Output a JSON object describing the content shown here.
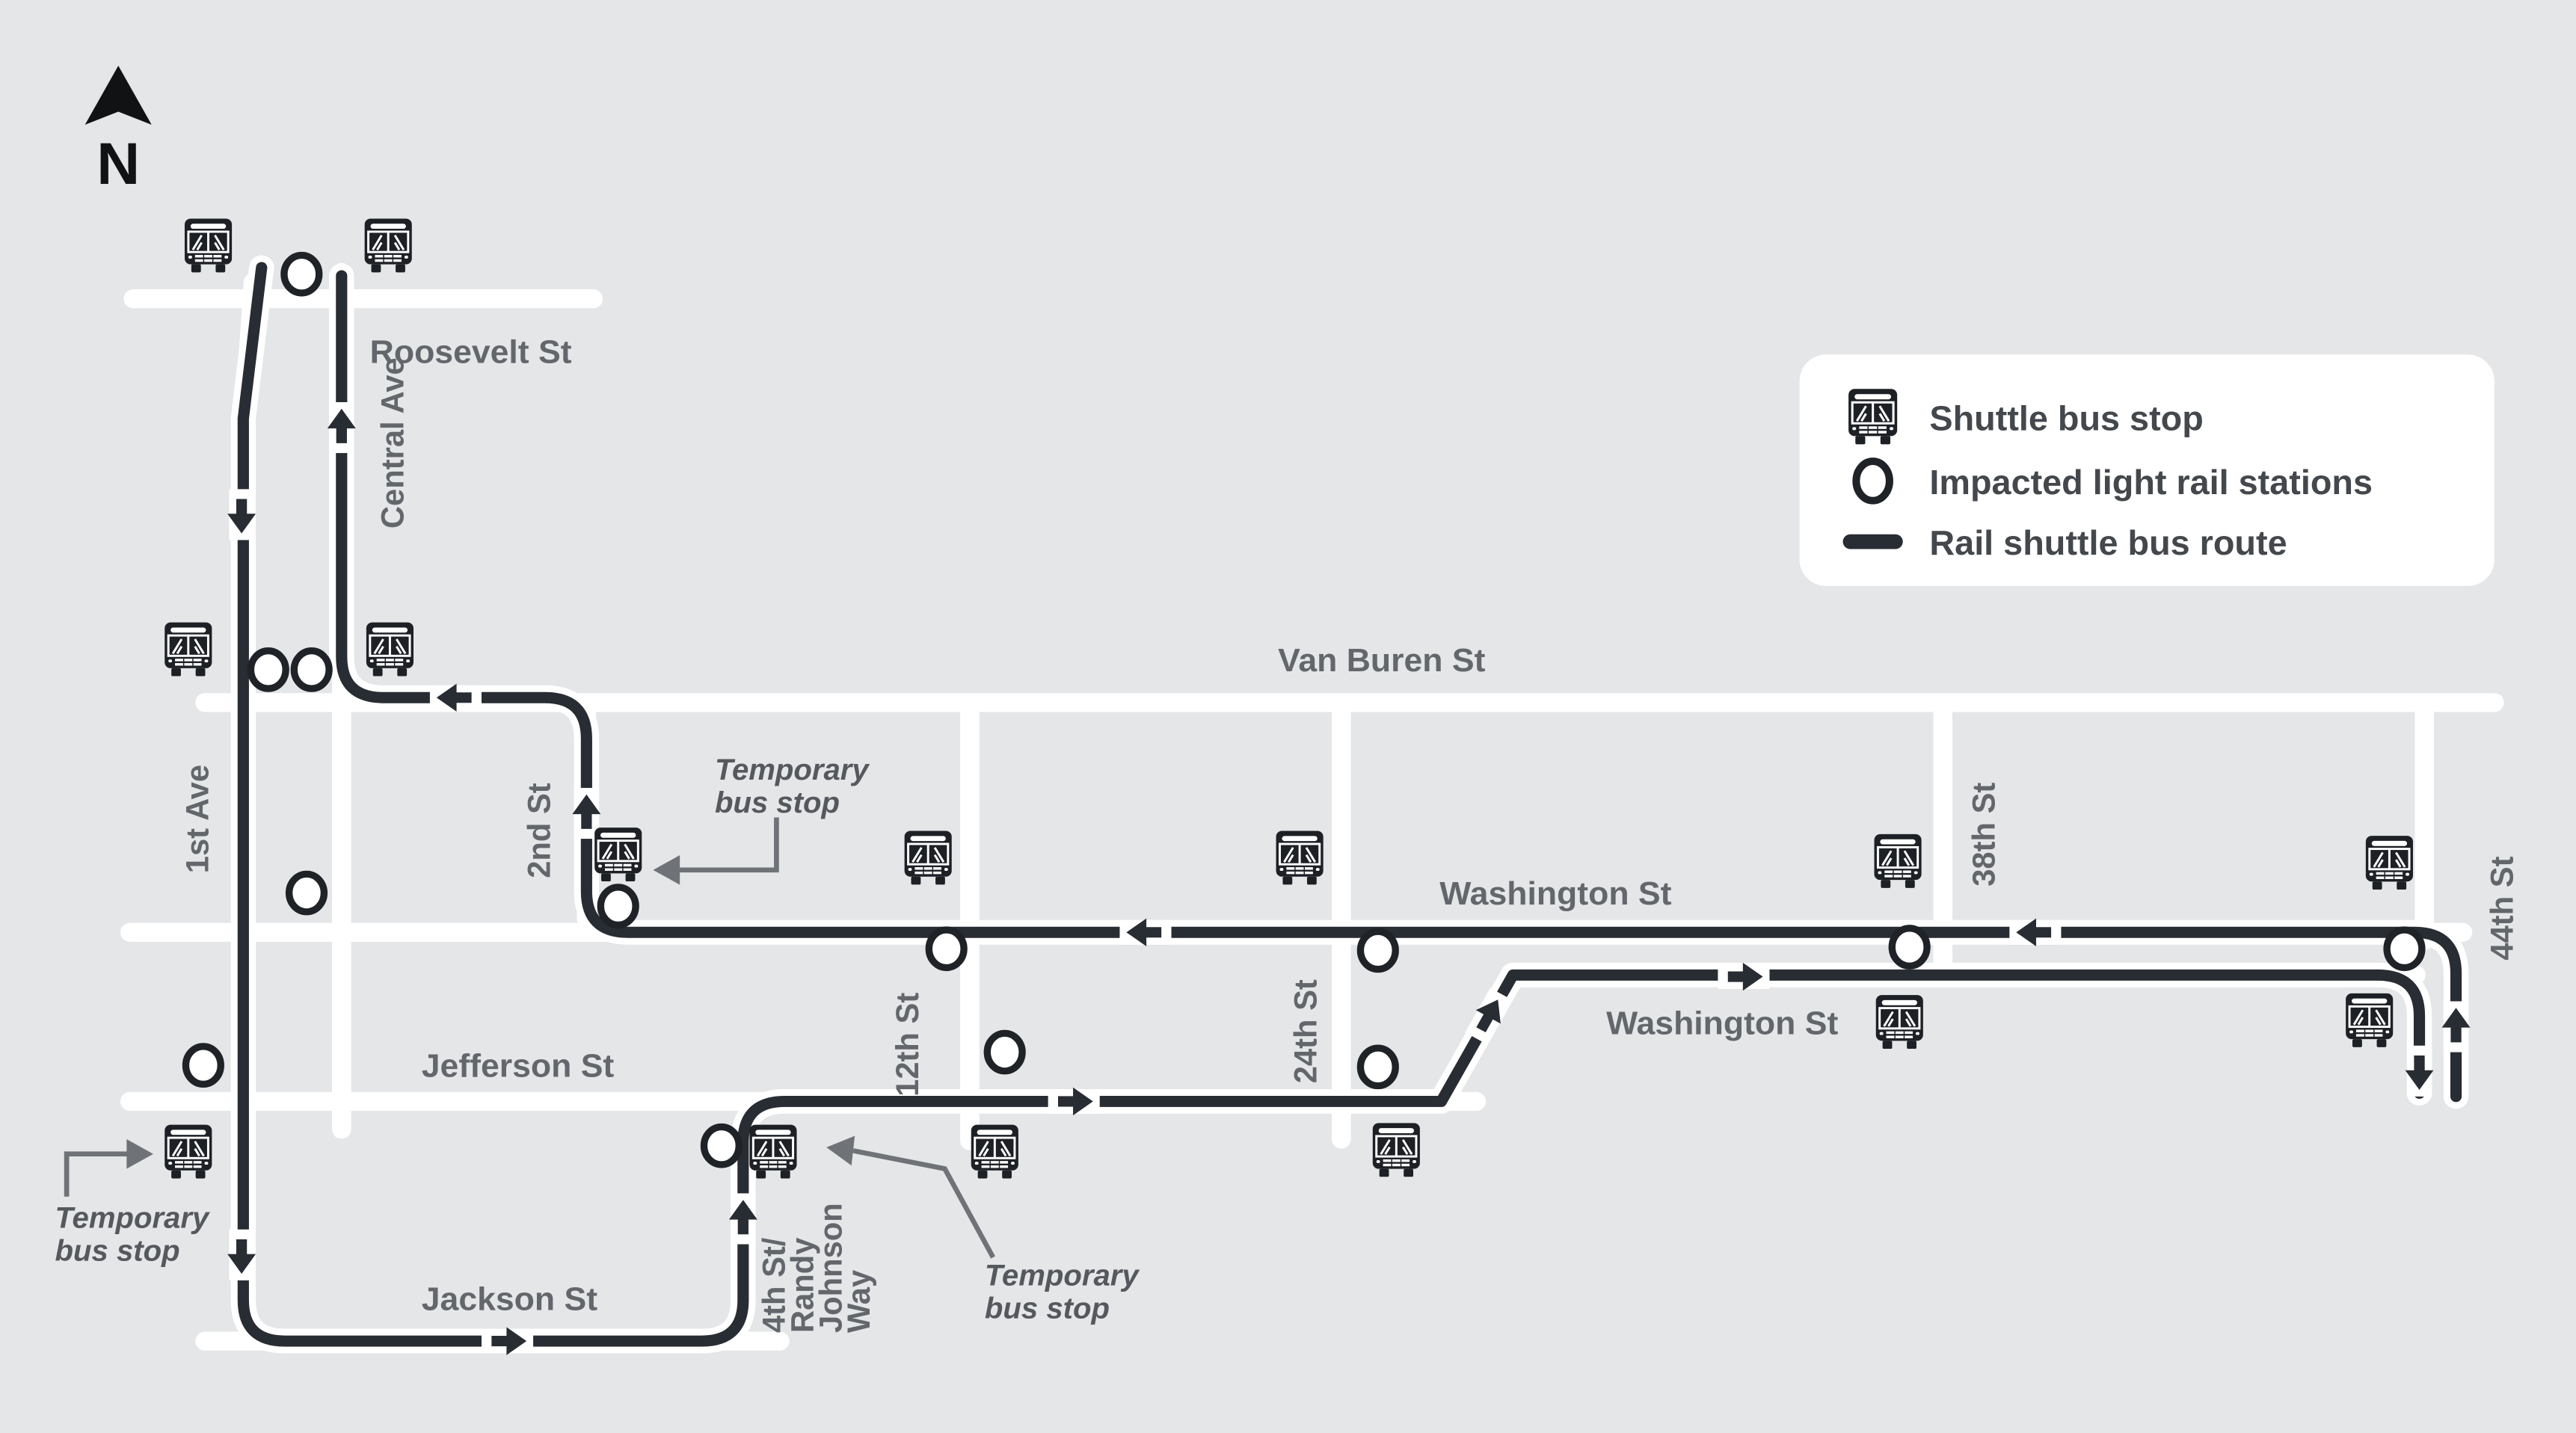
{
  "map": {
    "title": "Rail shuttle bus route map",
    "north_label": "N",
    "colors": {
      "background": "#e4e6e8",
      "street": "#ffffff",
      "route": "#282c33",
      "street_label": "#63676c",
      "legend_text": "#44484d",
      "annotation_text": "#55585d",
      "annotation_arrow": "#6f7377",
      "icon": "#1d2025"
    },
    "legend": {
      "shuttle_stop": "Shuttle bus stop",
      "impacted_stations": "Impacted light rail stations",
      "shuttle_route": "Rail shuttle bus route"
    },
    "streets": {
      "roosevelt": "Roosevelt St",
      "van_buren": "Van Buren St",
      "washington_upper": "Washington St",
      "washington_lower": "Washington St",
      "jefferson": "Jefferson St",
      "jackson": "Jackson St",
      "first_ave": "1st Ave",
      "central_ave": "Central Ave",
      "second_st": "2nd St",
      "twelfth_st": "12th St",
      "twenty_fourth_st": "24th St",
      "thirty_eighth_st": "38th St",
      "forty_fourth_st": "44th St",
      "fourth_st_line1": "4th St/",
      "fourth_st_line2": "Randy",
      "fourth_st_line3": "Johnson",
      "fourth_st_line4": "Way"
    },
    "annotations": {
      "temp_stop_2nd": {
        "line1": "Temporary",
        "line2": "bus stop"
      },
      "temp_stop_1st": {
        "line1": "Temporary",
        "line2": "bus stop"
      },
      "temp_stop_4th": {
        "line1": "Temporary",
        "line2": "bus stop"
      }
    }
  }
}
